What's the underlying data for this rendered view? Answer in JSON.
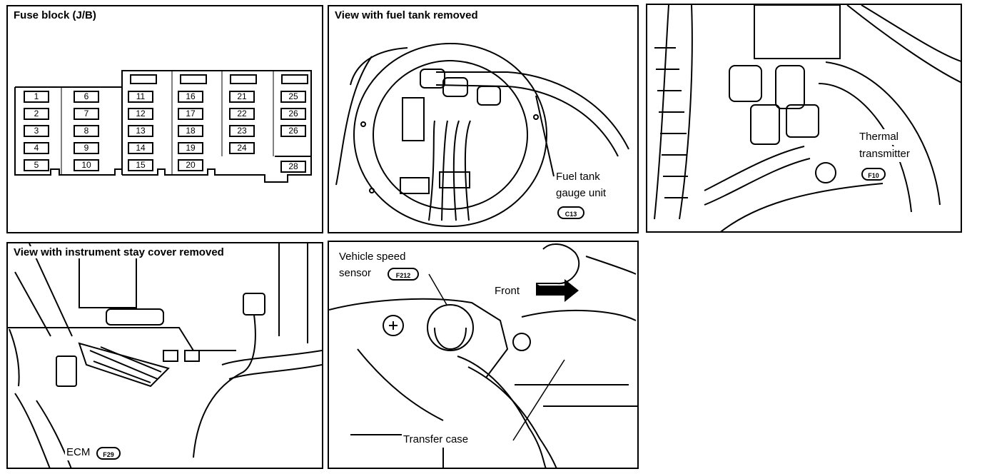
{
  "panels": {
    "fuse_block": {
      "title": "Fuse block (J/B)",
      "fuses": [
        "1",
        "2",
        "3",
        "4",
        "5",
        "6",
        "7",
        "8",
        "9",
        "10",
        "11",
        "12",
        "13",
        "14",
        "15",
        "16",
        "17",
        "18",
        "19",
        "20",
        "21",
        "22",
        "23",
        "24",
        "25",
        "26",
        "26",
        "28"
      ]
    },
    "fuel_tank": {
      "title": "View with fuel tank removed",
      "label_line1": "Fuel tank",
      "label_line2": "gauge unit",
      "connector": "C13"
    },
    "thermal": {
      "label_line1": "Thermal",
      "label_line2": "transmitter",
      "connector": "F10"
    },
    "instrument": {
      "title": "View with instrument stay cover removed",
      "ecm_label": "ECM",
      "connector": "F29"
    },
    "speed_sensor": {
      "label_line1": "Vehicle speed",
      "label_line2": "sensor",
      "connector": "F212",
      "front_label": "Front",
      "transfer_label": "Transfer case"
    }
  }
}
